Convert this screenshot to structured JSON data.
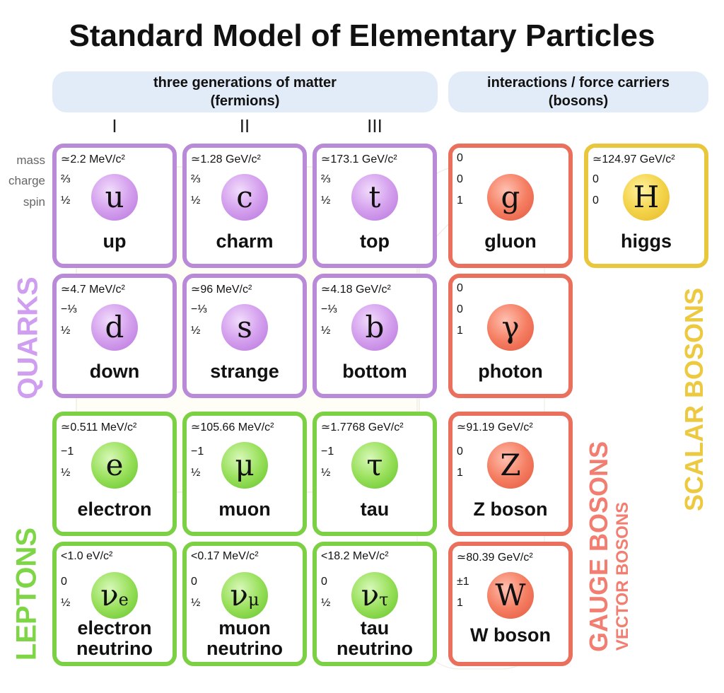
{
  "title": "Standard Model of Elementary Particles",
  "banners": {
    "fermions": [
      "three generations of matter",
      "(fermions)"
    ],
    "bosons": [
      "interactions / force carriers",
      "(bosons)"
    ]
  },
  "generations": [
    "I",
    "II",
    "III"
  ],
  "property_labels": [
    "mass",
    "charge",
    "spin"
  ],
  "side_labels": {
    "quarks": "QUARKS",
    "leptons": "LEPTONS",
    "gauge_bosons": "GAUGE BOSONS",
    "vector_bosons": "VECTOR BOSONS",
    "scalar_bosons": "SCALAR BOSONS"
  },
  "colors": {
    "quark": "#b98ad8",
    "lepton": "#7cd044",
    "gauge": "#ea6f5c",
    "scalar": "#e9c73d",
    "banner": "#e2ebf8"
  },
  "particles": {
    "up": {
      "mass": "≃2.2 MeV/c²",
      "charge": "⅔",
      "spin": "½",
      "symbol": "u",
      "name": "up"
    },
    "charm": {
      "mass": "≃1.28 GeV/c²",
      "charge": "⅔",
      "spin": "½",
      "symbol": "c",
      "name": "charm"
    },
    "top": {
      "mass": "≃173.1 GeV/c²",
      "charge": "⅔",
      "spin": "½",
      "symbol": "t",
      "name": "top"
    },
    "gluon": {
      "mass": "0",
      "charge": "0",
      "spin": "1",
      "symbol": "g",
      "name": "gluon"
    },
    "higgs": {
      "mass": "≃124.97 GeV/c²",
      "charge": "0",
      "spin": "0",
      "symbol": "H",
      "name": "higgs"
    },
    "down": {
      "mass": "≃4.7 MeV/c²",
      "charge": "−⅓",
      "spin": "½",
      "symbol": "d",
      "name": "down"
    },
    "strange": {
      "mass": "≃96 MeV/c²",
      "charge": "−⅓",
      "spin": "½",
      "symbol": "s",
      "name": "strange"
    },
    "bottom": {
      "mass": "≃4.18 GeV/c²",
      "charge": "−⅓",
      "spin": "½",
      "symbol": "b",
      "name": "bottom"
    },
    "photon": {
      "mass": "0",
      "charge": "0",
      "spin": "1",
      "symbol": "γ",
      "name": "photon"
    },
    "electron": {
      "mass": "≃0.511 MeV/c²",
      "charge": "−1",
      "spin": "½",
      "symbol": "e",
      "name": "electron"
    },
    "muon": {
      "mass": "≃105.66 MeV/c²",
      "charge": "−1",
      "spin": "½",
      "symbol": "μ",
      "name": "muon"
    },
    "tau": {
      "mass": "≃1.7768 GeV/c²",
      "charge": "−1",
      "spin": "½",
      "symbol": "τ",
      "name": "tau"
    },
    "z_boson": {
      "mass": "≃91.19 GeV/c²",
      "charge": "0",
      "spin": "1",
      "symbol": "Z",
      "name": "Z boson"
    },
    "electron_neutrino": {
      "mass": "<1.0 eV/c²",
      "charge": "0",
      "spin": "½",
      "symbol": "ν",
      "symbol_sub": "e",
      "name1": "electron",
      "name2": "neutrino"
    },
    "muon_neutrino": {
      "mass": "<0.17 MeV/c²",
      "charge": "0",
      "spin": "½",
      "symbol": "ν",
      "symbol_sub": "μ",
      "name1": "muon",
      "name2": "neutrino"
    },
    "tau_neutrino": {
      "mass": "<18.2 MeV/c²",
      "charge": "0",
      "spin": "½",
      "symbol": "ν",
      "symbol_sub": "τ",
      "name1": "tau",
      "name2": "neutrino"
    },
    "w_boson": {
      "mass": "≃80.39 GeV/c²",
      "charge": "±1",
      "spin": "1",
      "symbol": "W",
      "name": "W boson"
    }
  }
}
